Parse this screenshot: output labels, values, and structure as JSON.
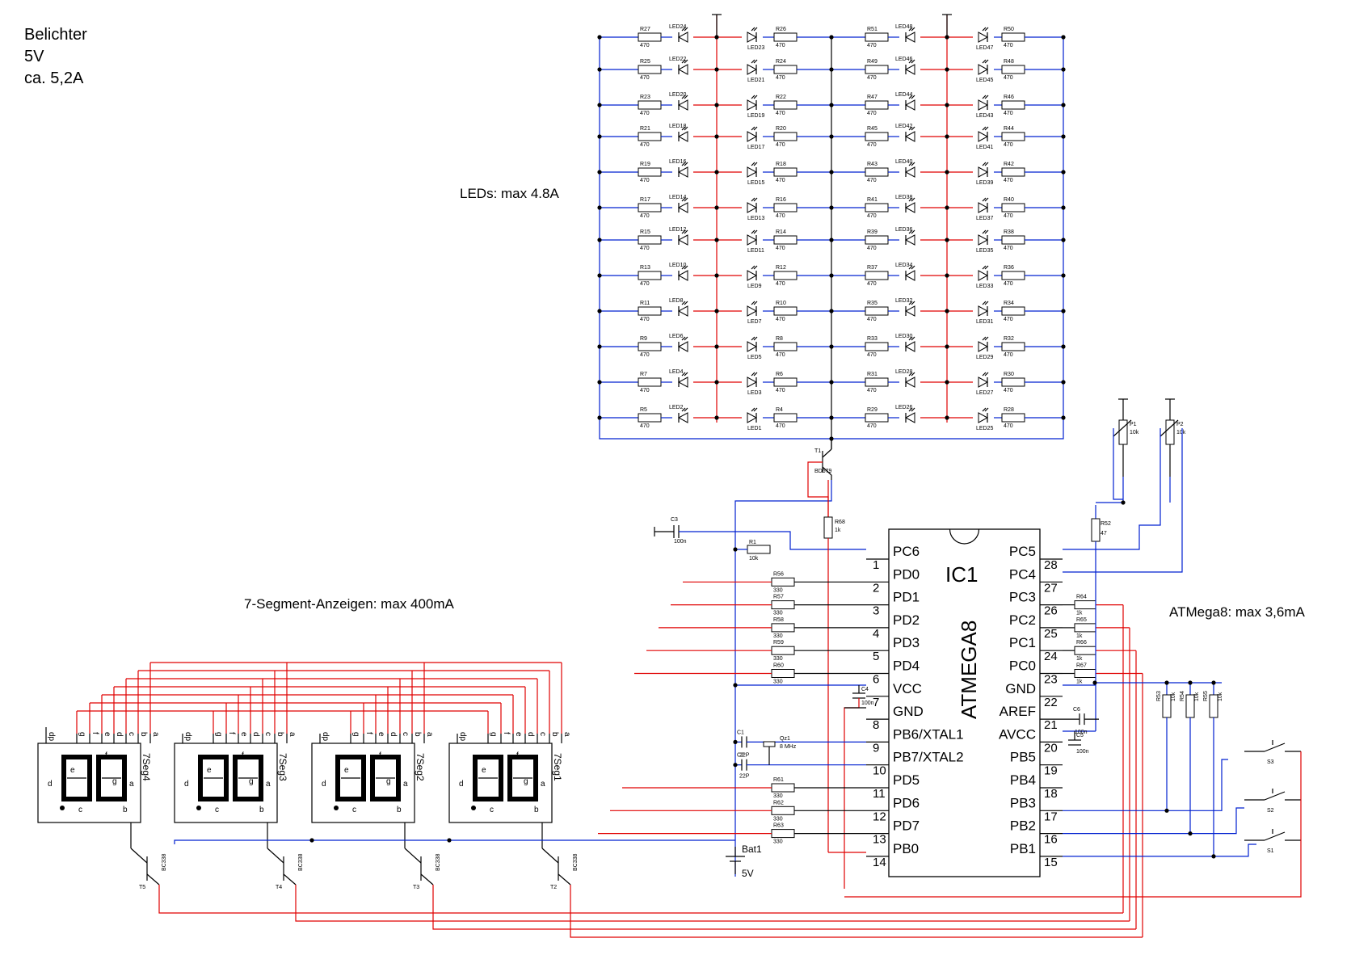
{
  "notes": {
    "title_line1": "Belichter",
    "title_line2": "5V",
    "title_line3": "ca. 5,2A",
    "leds": "LEDs: max 4.8A",
    "seg": "7-Segment-Anzeigen: max 400mA",
    "mcu": "ATMega8: max 3,6mA"
  },
  "led_rows": [
    {
      "r1": "R27",
      "led1": "LED24",
      "led2": "LED23",
      "r2": "R26",
      "r3": "R51",
      "led3": "LED48",
      "led4": "LED47",
      "r4": "R50"
    },
    {
      "r1": "R25",
      "led1": "LED22",
      "led2": "LED21",
      "r2": "R24",
      "r3": "R49",
      "led3": "LED46",
      "led4": "LED45",
      "r4": "R48"
    },
    {
      "r1": "R23",
      "led1": "LED20",
      "led2": "LED19",
      "r2": "R22",
      "r3": "R47",
      "led3": "LED44",
      "led4": "LED43",
      "r4": "R46"
    },
    {
      "r1": "R21",
      "led1": "LED18",
      "led2": "LED17",
      "r2": "R20",
      "r3": "R45",
      "led3": "LED42",
      "led4": "LED41",
      "r4": "R44"
    },
    {
      "r1": "R19",
      "led1": "LED16",
      "led2": "LED15",
      "r2": "R18",
      "r3": "R43",
      "led3": "LED40",
      "led4": "LED39",
      "r4": "R42"
    },
    {
      "r1": "R17",
      "led1": "LED14",
      "led2": "LED13",
      "r2": "R16",
      "r3": "R41",
      "led3": "LED38",
      "led4": "LED37",
      "r4": "R40"
    },
    {
      "r1": "R15",
      "led1": "LED12",
      "led2": "LED11",
      "r2": "R14",
      "r3": "R39",
      "led3": "LED36",
      "led4": "LED35",
      "r4": "R38"
    },
    {
      "r1": "R13",
      "led1": "LED10",
      "led2": "LED9",
      "r2": "R12",
      "r3": "R37",
      "led3": "LED34",
      "led4": "LED33",
      "r4": "R36"
    },
    {
      "r1": "R11",
      "led1": "LED8",
      "led2": "LED7",
      "r2": "R10",
      "r3": "R35",
      "led3": "LED32",
      "led4": "LED31",
      "r4": "R34"
    },
    {
      "r1": "R9",
      "led1": "LED6",
      "led2": "LED5",
      "r2": "R8",
      "r3": "R33",
      "led3": "LED30",
      "led4": "LED29",
      "r4": "R32"
    },
    {
      "r1": "R7",
      "led1": "LED4",
      "led2": "LED3",
      "r2": "R6",
      "r3": "R31",
      "led3": "LED28",
      "led4": "LED27",
      "r4": "R30"
    },
    {
      "r1": "R5",
      "led1": "LED2",
      "led2": "LED1",
      "r2": "R4",
      "r3": "R29",
      "led3": "LED26",
      "led4": "LED25",
      "r4": "R28"
    }
  ],
  "led_res_value": "470",
  "ic": {
    "name": "IC1",
    "part": "ATMEGA8",
    "left_pins": [
      {
        "num": "1",
        "name": "PC6"
      },
      {
        "num": "2",
        "name": "PD0"
      },
      {
        "num": "3",
        "name": "PD1"
      },
      {
        "num": "4",
        "name": "PD2"
      },
      {
        "num": "5",
        "name": "PD3"
      },
      {
        "num": "6",
        "name": "PD4"
      },
      {
        "num": "7",
        "name": "VCC"
      },
      {
        "num": "8",
        "name": "GND"
      },
      {
        "num": "9",
        "name": "PB6/XTAL1"
      },
      {
        "num": "10",
        "name": "PB7/XTAL2"
      },
      {
        "num": "11",
        "name": "PD5"
      },
      {
        "num": "12",
        "name": "PD6"
      },
      {
        "num": "13",
        "name": "PD7"
      },
      {
        "num": "14",
        "name": "PB0"
      }
    ],
    "right_pins": [
      {
        "num": "28",
        "name": "PC5"
      },
      {
        "num": "27",
        "name": "PC4"
      },
      {
        "num": "26",
        "name": "PC3"
      },
      {
        "num": "25",
        "name": "PC2"
      },
      {
        "num": "24",
        "name": "PC1"
      },
      {
        "num": "23",
        "name": "PC0"
      },
      {
        "num": "22",
        "name": "GND"
      },
      {
        "num": "21",
        "name": "AREF"
      },
      {
        "num": "20",
        "name": "AVCC"
      },
      {
        "num": "19",
        "name": "PB5"
      },
      {
        "num": "18",
        "name": "PB4"
      },
      {
        "num": "17",
        "name": "PB3"
      },
      {
        "num": "16",
        "name": "PB2"
      },
      {
        "num": "15",
        "name": "PB1"
      }
    ]
  },
  "left_resistors": [
    {
      "name": "R1",
      "value": "10k"
    },
    {
      "name": "R56",
      "value": "330"
    },
    {
      "name": "R57",
      "value": "330"
    },
    {
      "name": "R58",
      "value": "330"
    },
    {
      "name": "R59",
      "value": "330"
    },
    {
      "name": "R60",
      "value": "330"
    },
    {
      "name": "R61",
      "value": "330"
    },
    {
      "name": "R62",
      "value": "330"
    },
    {
      "name": "R63",
      "value": "330"
    }
  ],
  "right_resistors": [
    {
      "name": "R64",
      "value": "1k"
    },
    {
      "name": "R65",
      "value": "1k"
    },
    {
      "name": "R66",
      "value": "1k"
    },
    {
      "name": "R67",
      "value": "1k"
    }
  ],
  "pulldowns": [
    {
      "name": "R53",
      "value": "10k"
    },
    {
      "name": "R54",
      "value": "10k"
    },
    {
      "name": "R55",
      "value": "10k"
    }
  ],
  "switches": [
    "S3",
    "S2",
    "S1"
  ],
  "pots": [
    {
      "name": "P1",
      "value": "10k"
    },
    {
      "name": "P2",
      "value": "10k"
    }
  ],
  "misc": {
    "r52": "R52",
    "r52_val": "47",
    "r68": "R68",
    "r68_val": "1k",
    "c3": "C3",
    "c3_val": "100n",
    "c4": "C4",
    "c4_val": "100n",
    "c5": "C5",
    "c5_val": "100n",
    "c6": "C6",
    "c6_val": "100n",
    "c1": "C1",
    "c1_val": "22P",
    "c2": "C2",
    "c2_val": "22P",
    "qz": "Qz1",
    "qz_val": "8 MHz",
    "t1": "T1",
    "t1_val": "BD679",
    "bat": "Bat1",
    "bat_val": "5V"
  },
  "displays": [
    {
      "name": "7Seg4",
      "transistor": "T5",
      "t_val": "BC338"
    },
    {
      "name": "7Seg3",
      "transistor": "T4",
      "t_val": "BC338"
    },
    {
      "name": "7Seg2",
      "transistor": "T3",
      "t_val": "BC338"
    },
    {
      "name": "7Seg1",
      "transistor": "T2",
      "t_val": "BC338"
    }
  ],
  "seg_pins": [
    "dp",
    "g",
    "f",
    "e",
    "d",
    "c",
    "b",
    "a"
  ],
  "seg_face": {
    "a": "a",
    "b": "b",
    "c": "c",
    "d": "d",
    "e": "e",
    "f": "f",
    "g": "g"
  }
}
